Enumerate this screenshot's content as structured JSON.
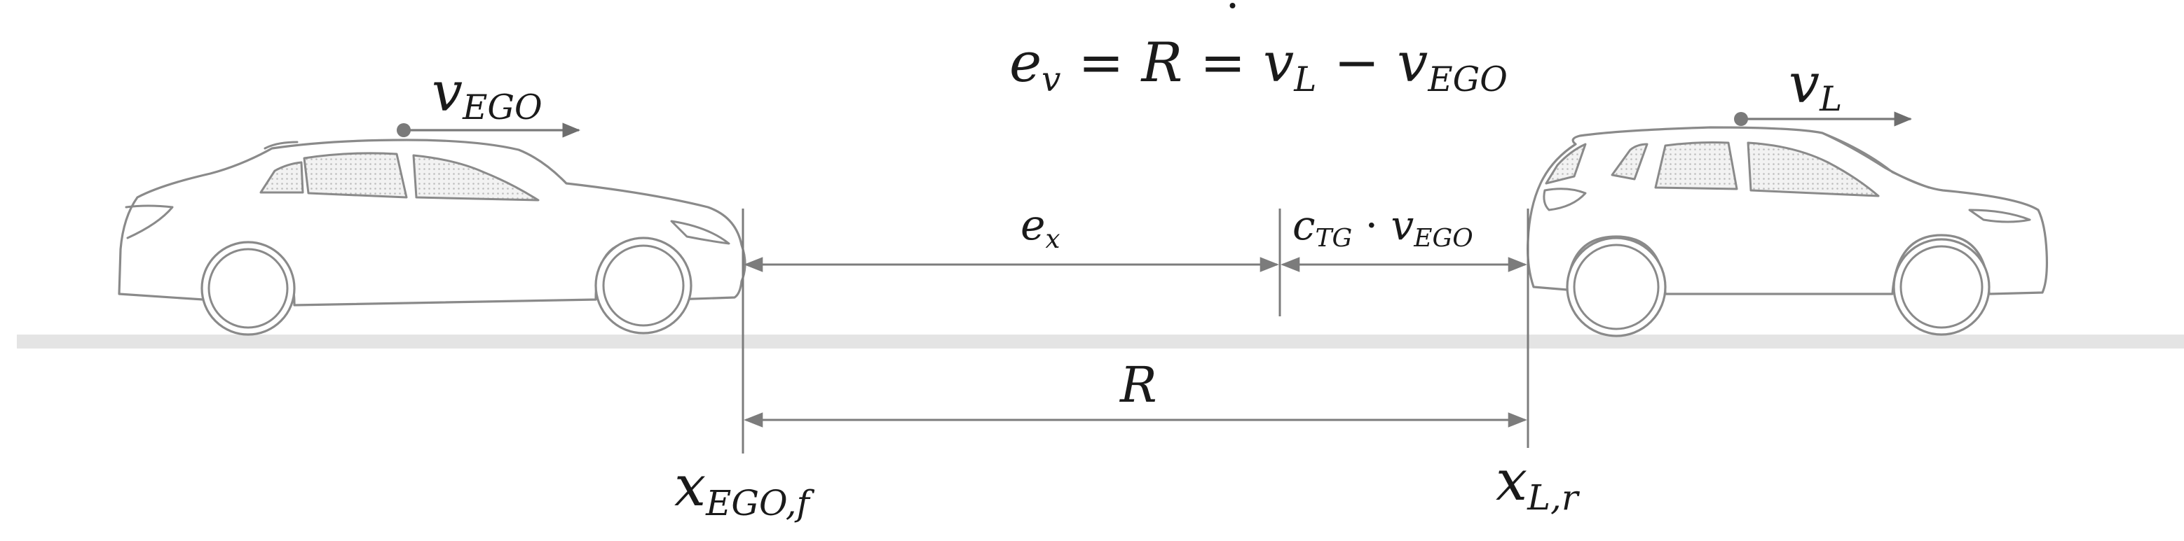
{
  "equation": {
    "lhs_base": "e",
    "lhs_sub": "v",
    "eq1": " = ",
    "mid": "R",
    "mid_dot": "˙",
    "eq2": " = ",
    "t1_base": "v",
    "t1_sub": "L",
    "minus": " − ",
    "t2_base": "v",
    "t2_sub": "EGO"
  },
  "labels": {
    "v_ego": {
      "base": "v",
      "sub": "EGO"
    },
    "v_l": {
      "base": "v",
      "sub": "L"
    },
    "e_x": {
      "base": "e",
      "sub": "x"
    },
    "ctg_term": {
      "c": "c",
      "c_sub": "TG",
      "dot": " · ",
      "v": "v",
      "v_sub": "EGO"
    },
    "range": {
      "base": "R"
    },
    "x_ego_f": {
      "base": "x",
      "sub": "EGO,f"
    },
    "x_l_r": {
      "base": "x",
      "sub": "L,r"
    }
  },
  "colors": {
    "line": "#8a8a8a",
    "road": "#e4e4e4",
    "text": "#1a1a1a"
  },
  "icons": {
    "ego_car": "sedan-icon",
    "lead_car": "hatchback-icon"
  }
}
